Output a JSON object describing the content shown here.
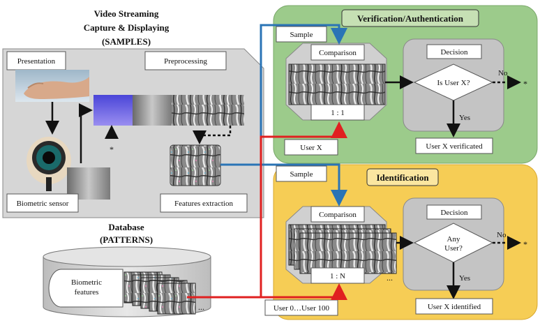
{
  "samples_title": [
    "Video Streaming",
    "Capture & Displaying",
    "(SAMPLES)"
  ],
  "database_title": [
    "Database",
    "(PATTERNS)"
  ],
  "labels": {
    "presentation": "Presentation",
    "preprocessing": "Preprocessing",
    "biometric_sensor": "Biometric sensor",
    "features_extraction": "Features extraction",
    "biometric_features": [
      "Biometric",
      "features"
    ],
    "asterisk": "*",
    "ellipsis": "..."
  },
  "verification": {
    "title": "Verification/Authentication",
    "sample": "Sample",
    "comparison": "Comparison",
    "ratio": "1 : 1",
    "user": "User X",
    "decision": "Decision",
    "question": "Is User X?",
    "no": "No",
    "yes": "Yes",
    "result": "User X verificated",
    "asterisk": "*"
  },
  "identification": {
    "title": "Identification",
    "sample": "Sample",
    "comparison": "Comparison",
    "ratio": "1 : N",
    "users": "User 0…User 100",
    "decision": "Decision",
    "question": [
      "Any",
      "User?"
    ],
    "no": "No",
    "yes": "Yes",
    "result": "User X identified",
    "asterisk": "*",
    "ellipsis": "..."
  },
  "colors": {
    "verification_bg": "#9ccb8b",
    "identification_bg": "#f6cd55",
    "samples_bg": "#d6d6d6",
    "decision_bg": "#c4c4c4",
    "blue_arrow": "#2a74b6",
    "red_arrow": "#e02020"
  }
}
